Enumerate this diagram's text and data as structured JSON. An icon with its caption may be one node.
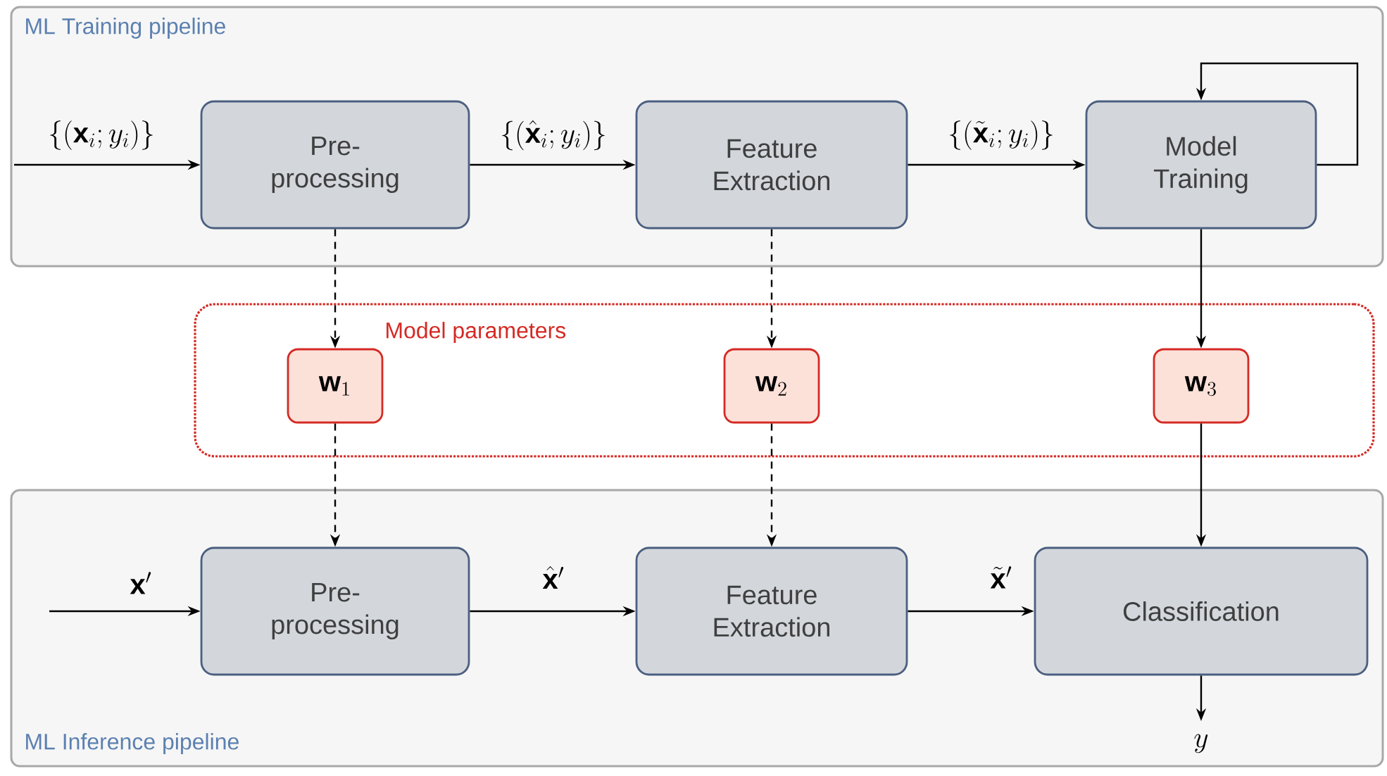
{
  "diagram": {
    "nodes": [
      {
        "text": [
          "ML Training pipeline"
        ]
      },
      {
        "text": [
          "Pre- processing"
        ],
        "in": 0
      },
      {
        "text": [
          "Feature Extraction"
        ],
        "in": 0
      },
      {
        "text": [
          "Model Training"
        ],
        "in": 0
      },
      {
        "text": [
          "Model parameters"
        ]
      },
      {
        "text": [
          "\\mathbf{w}_1"
        ],
        "in": 4
      },
      {
        "text": [
          "\\mathbf{w}_2"
        ],
        "in": 4
      },
      {
        "text": [
          "\\mathbf{w}_3"
        ],
        "in": 4
      },
      {
        "text": [
          "ML Inference pipeline"
        ]
      },
      {
        "text": [
          "Pre- processing"
        ],
        "in": 8
      },
      {
        "text": [
          "Feature Extraction"
        ],
        "in": 8
      },
      {
        "text": [
          "Classification"
        ],
        "in": 8
      }
    ],
    "edges": [
      {
        "from": null,
        "to": 1,
        "arrow": "to",
        "label": "\\{(\\mathbf{x}_i; y_i)\\}"
      },
      {
        "from": 1,
        "to": 2,
        "arrow": "to",
        "label": "\\{(\\hat{\\mathbf{x}}_i; y_i)\\}"
      },
      {
        "from": 2,
        "to": 3,
        "arrow": "to",
        "label": "\\{(\\tilde{\\mathbf{x}}_i; y_i)\\}"
      },
      {
        "from": 3,
        "to": 3,
        "arrow": "to"
      },
      {
        "from": 1,
        "to": 5,
        "arrow": "to",
        "style": "dashed"
      },
      {
        "from": 2,
        "to": 6,
        "arrow": "to",
        "style": "dashed"
      },
      {
        "from": 3,
        "to": 7,
        "arrow": "to"
      },
      {
        "from": 5,
        "to": 9,
        "arrow": "to",
        "style": "dashed"
      },
      {
        "from": 6,
        "to": 10,
        "arrow": "to",
        "style": "dashed"
      },
      {
        "from": 7,
        "to": 11,
        "arrow": "to"
      },
      {
        "from": null,
        "to": 9,
        "arrow": "to",
        "label": "\\mathbf{x}'"
      },
      {
        "from": 9,
        "to": 10,
        "arrow": "to",
        "label": "\\hat{\\mathbf{x}}'"
      },
      {
        "from": 10,
        "to": 11,
        "arrow": "to",
        "label": "\\tilde{\\mathbf{x}}'"
      },
      {
        "from": 11,
        "to": null,
        "arrow": "to",
        "label": "y"
      }
    ]
  }
}
